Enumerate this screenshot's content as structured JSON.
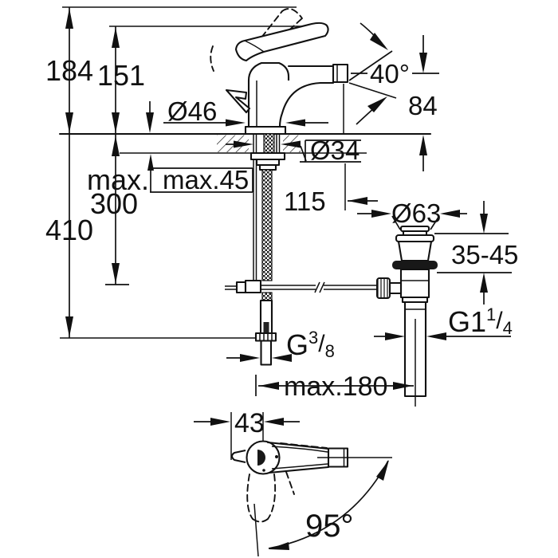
{
  "drawing": {
    "title": "bidet-single-lever-mixer-dimensional-drawing",
    "colors": {
      "line": "#111111",
      "background": "#ffffff",
      "seal_fill": "#181818"
    },
    "labels": {
      "dim_184": "184",
      "dim_151": "151",
      "dim_410": "410",
      "max300_line1": "max.",
      "max300_line2": "300",
      "max45": "max.45",
      "dia46": "Ø46",
      "dia34": "Ø34",
      "dim_115": "115",
      "angle_40": "40°",
      "dim_84": "84",
      "dia63": "Ø63",
      "dim_35_45": "35-45",
      "g114": {
        "base": "G1",
        "sup": "1",
        "slash": "/",
        "sub": "4"
      },
      "g38": {
        "base": "G",
        "sup": "3",
        "slash": "/",
        "sub": "8"
      },
      "max180": "max.180",
      "dim_43": "43",
      "angle_95": "95°"
    }
  }
}
